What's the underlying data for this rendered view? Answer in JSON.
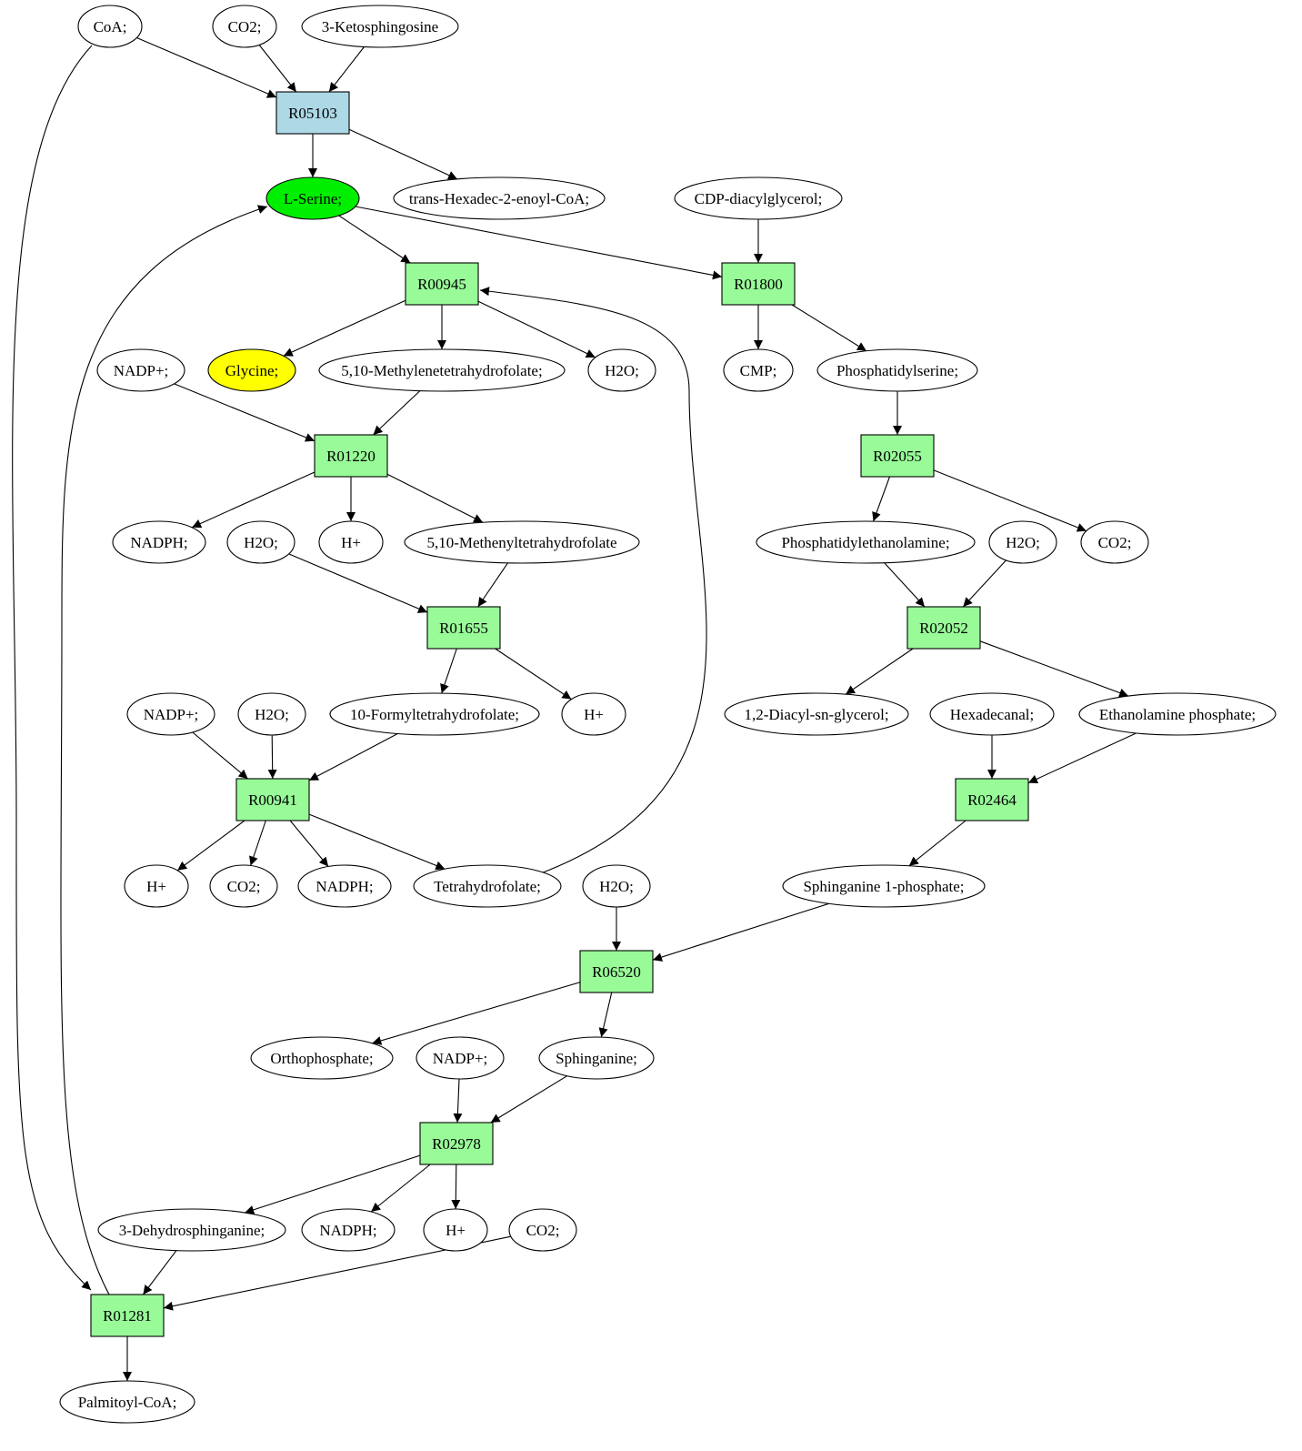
{
  "colors": {
    "reaction_default": "#98fb98",
    "reaction_highlight": "#add8e6",
    "compound_default": "#ffffff",
    "compound_lserine": "#00ee00",
    "compound_glycine": "#ffff00"
  },
  "nodes": [
    {
      "id": "coa",
      "label": "CoA;",
      "kind": "compound"
    },
    {
      "id": "co2_a",
      "label": "CO2;",
      "kind": "compound"
    },
    {
      "id": "ketosph",
      "label": "3-Ketosphingosine",
      "kind": "compound"
    },
    {
      "id": "R05103",
      "label": "R05103",
      "kind": "reaction",
      "color": "reaction_highlight"
    },
    {
      "id": "lserine",
      "label": "L-Serine;",
      "kind": "compound",
      "color": "compound_lserine"
    },
    {
      "id": "transhex",
      "label": "trans-Hexadec-2-enoyl-CoA;",
      "kind": "compound"
    },
    {
      "id": "cdpdag",
      "label": "CDP-diacylglycerol;",
      "kind": "compound"
    },
    {
      "id": "R00945",
      "label": "R00945",
      "kind": "reaction"
    },
    {
      "id": "R01800",
      "label": "R01800",
      "kind": "reaction"
    },
    {
      "id": "nadpp_a",
      "label": "NADP+;",
      "kind": "compound"
    },
    {
      "id": "glycine",
      "label": "Glycine;",
      "kind": "compound",
      "color": "compound_glycine"
    },
    {
      "id": "methylene",
      "label": "5,10-Methylenetetrahydrofolate;",
      "kind": "compound"
    },
    {
      "id": "h2o_a",
      "label": "H2O;",
      "kind": "compound"
    },
    {
      "id": "cmp",
      "label": "CMP;",
      "kind": "compound"
    },
    {
      "id": "pser",
      "label": "Phosphatidylserine;",
      "kind": "compound"
    },
    {
      "id": "R01220",
      "label": "R01220",
      "kind": "reaction"
    },
    {
      "id": "R02055",
      "label": "R02055",
      "kind": "reaction"
    },
    {
      "id": "nadph_a",
      "label": "NADPH;",
      "kind": "compound"
    },
    {
      "id": "h2o_b",
      "label": "H2O;",
      "kind": "compound"
    },
    {
      "id": "hp_a",
      "label": "H+",
      "kind": "compound"
    },
    {
      "id": "methenyl",
      "label": "5,10-Methenyltetrahydrofolate",
      "kind": "compound"
    },
    {
      "id": "pethan",
      "label": "Phosphatidylethanolamine;",
      "kind": "compound"
    },
    {
      "id": "h2o_c",
      "label": "H2O;",
      "kind": "compound"
    },
    {
      "id": "co2_b",
      "label": "CO2;",
      "kind": "compound"
    },
    {
      "id": "R01655",
      "label": "R01655",
      "kind": "reaction"
    },
    {
      "id": "R02052",
      "label": "R02052",
      "kind": "reaction"
    },
    {
      "id": "nadpp_b",
      "label": "NADP+;",
      "kind": "compound"
    },
    {
      "id": "h2o_d",
      "label": "H2O;",
      "kind": "compound"
    },
    {
      "id": "formyl",
      "label": "10-Formyltetrahydrofolate;",
      "kind": "compound"
    },
    {
      "id": "hp_b",
      "label": "H+",
      "kind": "compound"
    },
    {
      "id": "diacyl",
      "label": "1,2-Diacyl-sn-glycerol;",
      "kind": "compound"
    },
    {
      "id": "hexadecanal",
      "label": "Hexadecanal;",
      "kind": "compound"
    },
    {
      "id": "ethphos",
      "label": "Ethanolamine phosphate;",
      "kind": "compound"
    },
    {
      "id": "R00941",
      "label": "R00941",
      "kind": "reaction"
    },
    {
      "id": "R02464",
      "label": "R02464",
      "kind": "reaction"
    },
    {
      "id": "hp_c",
      "label": "H+",
      "kind": "compound"
    },
    {
      "id": "co2_c",
      "label": "CO2;",
      "kind": "compound"
    },
    {
      "id": "nadph_b",
      "label": "NADPH;",
      "kind": "compound"
    },
    {
      "id": "thf",
      "label": "Tetrahydrofolate;",
      "kind": "compound"
    },
    {
      "id": "h2o_e",
      "label": "H2O;",
      "kind": "compound"
    },
    {
      "id": "sph1p",
      "label": "Sphinganine 1-phosphate;",
      "kind": "compound"
    },
    {
      "id": "R06520",
      "label": "R06520",
      "kind": "reaction"
    },
    {
      "id": "orthophos",
      "label": "Orthophosphate;",
      "kind": "compound"
    },
    {
      "id": "nadpp_c",
      "label": "NADP+;",
      "kind": "compound"
    },
    {
      "id": "sphinganine",
      "label": "Sphinganine;",
      "kind": "compound"
    },
    {
      "id": "R02978",
      "label": "R02978",
      "kind": "reaction"
    },
    {
      "id": "dehydrosph",
      "label": "3-Dehydrosphinganine;",
      "kind": "compound"
    },
    {
      "id": "nadph_c",
      "label": "NADPH;",
      "kind": "compound"
    },
    {
      "id": "hp_d",
      "label": "H+",
      "kind": "compound"
    },
    {
      "id": "co2_d",
      "label": "CO2;",
      "kind": "compound"
    },
    {
      "id": "R01281",
      "label": "R01281",
      "kind": "reaction"
    },
    {
      "id": "palmcoa",
      "label": "Palmitoyl-CoA;",
      "kind": "compound"
    }
  ],
  "edges": [
    [
      "coa",
      "R05103"
    ],
    [
      "co2_a",
      "R05103"
    ],
    [
      "ketosph",
      "R05103"
    ],
    [
      "R05103",
      "lserine"
    ],
    [
      "R05103",
      "transhex"
    ],
    [
      "coa",
      "R01281"
    ],
    [
      "lserine",
      "R00945"
    ],
    [
      "lserine",
      "R01800"
    ],
    [
      "cdpdag",
      "R01800"
    ],
    [
      "R00945",
      "glycine"
    ],
    [
      "R00945",
      "methylene"
    ],
    [
      "R00945",
      "h2o_a"
    ],
    [
      "R01800",
      "cmp"
    ],
    [
      "R01800",
      "pser"
    ],
    [
      "nadpp_a",
      "R01220"
    ],
    [
      "methylene",
      "R01220"
    ],
    [
      "R01220",
      "nadph_a"
    ],
    [
      "R01220",
      "hp_a"
    ],
    [
      "R01220",
      "methenyl"
    ],
    [
      "pser",
      "R02055"
    ],
    [
      "R02055",
      "pethan"
    ],
    [
      "R02055",
      "co2_b"
    ],
    [
      "h2o_b",
      "R01655"
    ],
    [
      "methenyl",
      "R01655"
    ],
    [
      "R01655",
      "formyl"
    ],
    [
      "R01655",
      "hp_b"
    ],
    [
      "pethan",
      "R02052"
    ],
    [
      "h2o_c",
      "R02052"
    ],
    [
      "R02052",
      "diacyl"
    ],
    [
      "R02052",
      "ethphos"
    ],
    [
      "nadpp_b",
      "R00941"
    ],
    [
      "h2o_d",
      "R00941"
    ],
    [
      "formyl",
      "R00941"
    ],
    [
      "R00941",
      "hp_c"
    ],
    [
      "R00941",
      "co2_c"
    ],
    [
      "R00941",
      "nadph_b"
    ],
    [
      "R00941",
      "thf"
    ],
    [
      "thf",
      "R00945"
    ],
    [
      "hexadecanal",
      "R02464"
    ],
    [
      "ethphos",
      "R02464"
    ],
    [
      "R02464",
      "sph1p"
    ],
    [
      "h2o_e",
      "R06520"
    ],
    [
      "sph1p",
      "R06520"
    ],
    [
      "R06520",
      "orthophos"
    ],
    [
      "R06520",
      "sphinganine"
    ],
    [
      "nadpp_c",
      "R02978"
    ],
    [
      "sphinganine",
      "R02978"
    ],
    [
      "R02978",
      "dehydrosph"
    ],
    [
      "R02978",
      "nadph_c"
    ],
    [
      "R02978",
      "hp_d"
    ],
    [
      "dehydrosph",
      "R01281"
    ],
    [
      "co2_d",
      "R01281"
    ],
    [
      "R01281",
      "palmcoa"
    ],
    [
      "R01281",
      "lserine"
    ]
  ]
}
